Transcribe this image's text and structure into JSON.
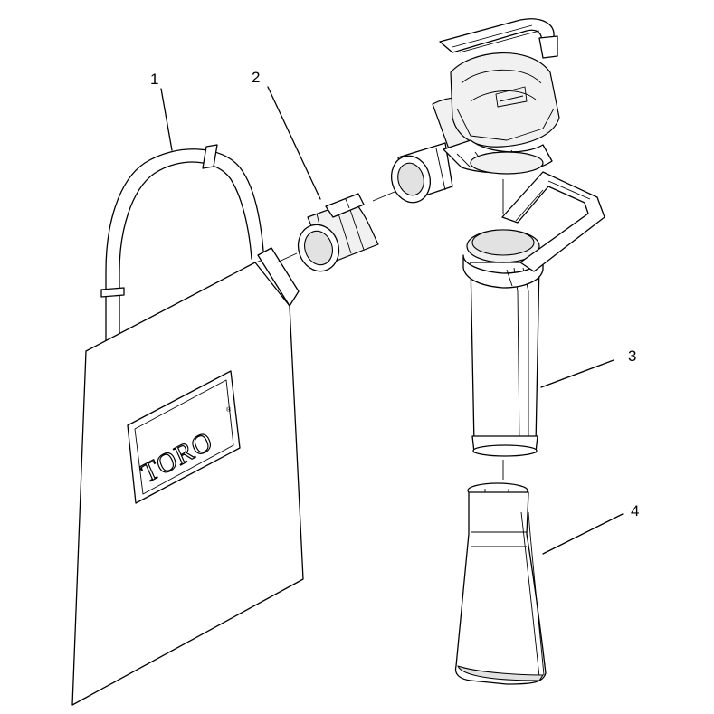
{
  "callouts": [
    {
      "id": "1",
      "label": "1",
      "part": "bag"
    },
    {
      "id": "2",
      "label": "2",
      "part": "adapter"
    },
    {
      "id": "3",
      "label": "3",
      "part": "vacuum-tube"
    },
    {
      "id": "4",
      "label": "4",
      "part": "lower-tube"
    }
  ],
  "logo": {
    "text": "TORO",
    "mark": "®"
  }
}
